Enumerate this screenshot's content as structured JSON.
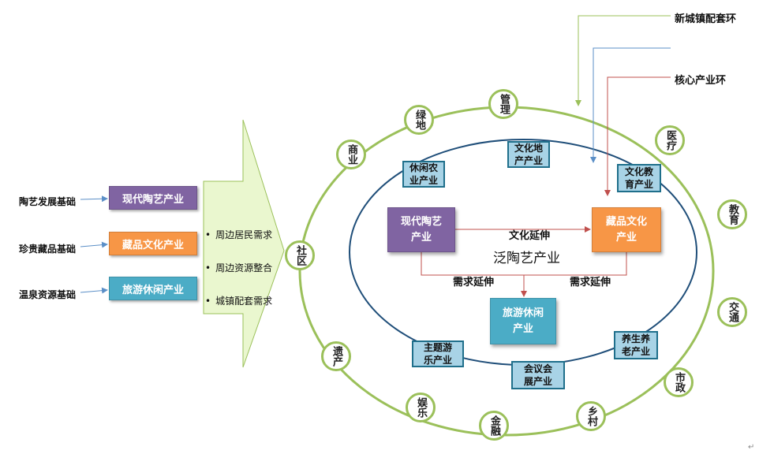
{
  "colors": {
    "purple": "#8064a2",
    "orange": "#f79646",
    "teal": "#4bacc6",
    "ring_green": "#9bc05a",
    "ellipse_blue": "#1f4e79",
    "arrow_fill": "#eaf7cf",
    "flow_red": "#c0504d"
  },
  "bases": [
    "陶艺发展基础",
    "珍贵藏品基础",
    "温泉资源基础"
  ],
  "sources": [
    "现代陶艺产业",
    "藏品文化产业",
    "旅游休闲产业"
  ],
  "demands": [
    "周边居民需求",
    "周边资源整合",
    "城镇配套需求"
  ],
  "outer_ring": {
    "label": "新城镇配套环",
    "nodes": [
      "社区",
      "商业",
      "绿地",
      "管理",
      "医疗",
      "教育",
      "交通",
      "市政",
      "乡村",
      "金融",
      "娱乐",
      "遗产"
    ]
  },
  "inner_ring": {
    "label": "核心产业环",
    "industries": [
      "休闲农业产业",
      "文化地产产业",
      "文化教育产业",
      "养生养老产业",
      "会议会展产业",
      "主题游乐产业"
    ]
  },
  "core": {
    "title": "泛陶艺产业",
    "boxes": [
      "现代陶艺产业",
      "藏品文化产业",
      "旅游休闲产业"
    ],
    "flows": [
      "文化延伸",
      "需求延伸",
      "需求延伸"
    ]
  },
  "para_mark": "↵"
}
